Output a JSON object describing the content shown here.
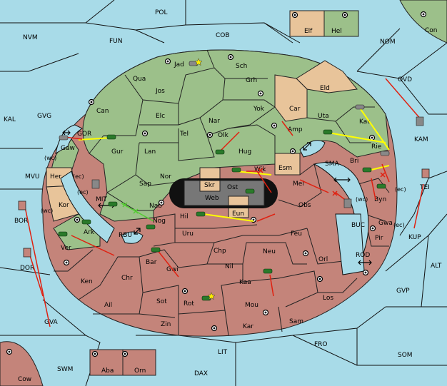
{
  "map": {
    "colors": {
      "sea": "#a8dbe8",
      "player_green": "#9cc08a",
      "player_red": "#c4847a",
      "neutral": "#e8c49a",
      "capital_dark": "#777777",
      "move_green": "#ffff00",
      "move_red": "#e02010"
    },
    "sea_labels": [
      "POL",
      "NVM",
      "FUN",
      "COB",
      "NOM",
      "Con",
      "OVD",
      "KAL",
      "GVG",
      "MVU",
      "BOR",
      "DOR",
      "GVA",
      "SWM",
      "Cow",
      "LIT",
      "DAX",
      "FRO",
      "SOM",
      "GVP",
      "ALT",
      "KUP",
      "TEI",
      "KAM",
      "ROD",
      "BUC",
      "SMA",
      "RBU",
      "MIT",
      "GOR"
    ],
    "green_labels": [
      "Jad",
      "Sch",
      "Qua",
      "Jos",
      "Grh",
      "Can",
      "Elc",
      "Nar",
      "Yok",
      "Tel",
      "Olk",
      "Gur",
      "Lan",
      "Hug",
      "Uta",
      "Kat",
      "Rie",
      "Gaw",
      "Nor",
      "Sap",
      "Nab",
      "Ark",
      "Hel"
    ],
    "red_labels": [
      "Amp",
      "Wik",
      "Mel",
      "Obs",
      "Bri",
      "Byn",
      "Gwa",
      "Pir",
      "Hil",
      "Uru",
      "Feu",
      "Nog",
      "Chp",
      "Neu",
      "Bar",
      "Gwi",
      "Nil",
      "Orl",
      "Ver",
      "Chr",
      "Ken",
      "Ail",
      "Sot",
      "Rot",
      "Kaa",
      "Mou",
      "Los",
      "Zin",
      "Kar",
      "Sam",
      "Aba",
      "Orn"
    ],
    "tan_labels": [
      "Elf",
      "Eld",
      "Car",
      "Esm",
      "Her",
      "Kor",
      "Skr",
      "Eun"
    ],
    "dark_labels": [
      "Web",
      "Ost"
    ],
    "coast_labels": [
      "(wc)",
      "(ec)",
      "(ec)",
      "(wc)",
      "(wc)",
      "(ec)",
      "(ec)"
    ]
  }
}
